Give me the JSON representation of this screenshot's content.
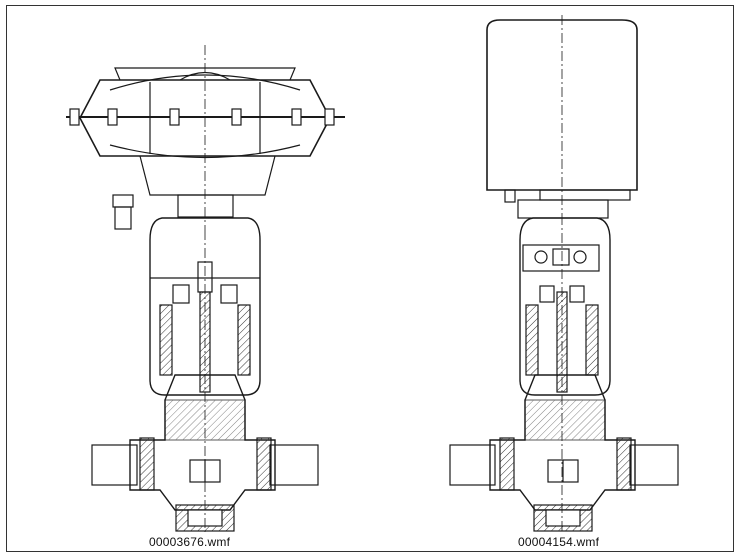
{
  "captions": {
    "left": "00003676.wmf",
    "right": "00004154.wmf"
  },
  "figures": [
    {
      "id": "left",
      "actuator": "pneumatic-diaphragm-actuator",
      "body": "globe-valve-body"
    },
    {
      "id": "right",
      "actuator": "electric-actuator",
      "body": "globe-valve-body"
    }
  ],
  "colors": {
    "line": "#1a1a1a",
    "background": "#ffffff",
    "hatch": "#333333"
  }
}
